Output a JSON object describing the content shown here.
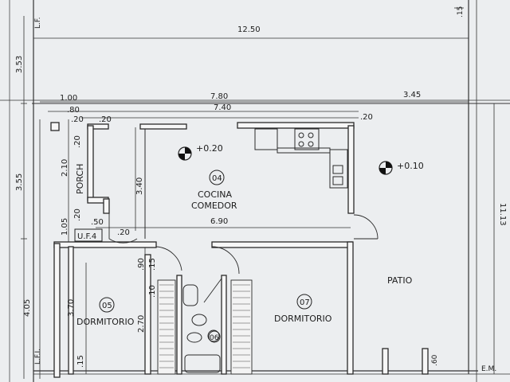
{
  "plan": {
    "dims": {
      "total_width": "12.50",
      "d_100": "1.00",
      "d_780": "7.80",
      "d_345": "3.45",
      "d_80": ".80",
      "d_740": "7.40",
      "d_20a": ".20",
      "d_20b": ".20",
      "d_20c": ".20",
      "d_20d": ".20",
      "d_20e": ".20",
      "d_20f": ".20",
      "d_15top": ".15",
      "d_353": "3.53",
      "d_355": "3.55",
      "d_405": "4.05",
      "d_210": "2.10",
      "d_105": "1.05",
      "d_50": ".50",
      "d_340": "3.40",
      "d_690": "6.90",
      "d_90": ".90",
      "d_15a": ".15",
      "d_10": ".10",
      "d_370": "3.70",
      "d_270": "2.70",
      "d_15b": ".15",
      "d_1113": "11.13",
      "d_60": ".60"
    },
    "levels": {
      "kitchen": "+0.20",
      "patio": "+0.10"
    },
    "rooms": {
      "porch": "PORCH",
      "kitchen_num": "04",
      "kitchen_line1": "COCINA",
      "kitchen_line2": "COMEDOR",
      "dorm1_num": "05",
      "dorm1": "DORMITORIO",
      "bath_num": "06",
      "dorm2_num": "07",
      "dorm2": "DORMITORIO",
      "patio": "PATIO"
    },
    "tags": {
      "uf": "U.F.4",
      "lf_top": "L.F.",
      "lf_bottom": "L.F.I.",
      "em": "E.M."
    }
  }
}
